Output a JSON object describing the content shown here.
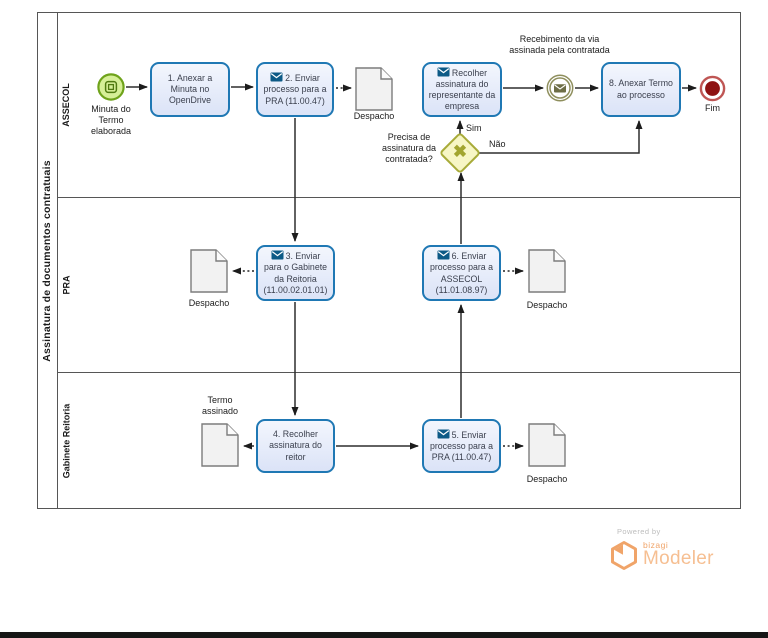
{
  "pool": {
    "title": "Assinatura de documentos contratuais",
    "lanes": [
      {
        "label": "ASSECOL"
      },
      {
        "label": "PRA"
      },
      {
        "label": "Gabinete Reitoria"
      }
    ]
  },
  "events": {
    "start_label": "Minuta do Termo elaborada",
    "intermediate_label": "Recebimento da via assinada pela contratada",
    "end_label": "Fim"
  },
  "tasks": {
    "t1": "1. Anexar a Minuta no OpenDrive",
    "t2": "2. Enviar processo para a PRA (11.00.47)",
    "t3": "3. Enviar para o Gabinete da Reitoria (11.00.02.01.01)",
    "t4": "4. Recolher assinatura do reitor",
    "t5": "5. Enviar processo para a PRA (11.00.47)",
    "t6": "6. Enviar processo para a ASSECOL (11.01.08.97)",
    "t7": "Recolher assinatura do representante da empresa",
    "t8": "8. Anexar Termo ao processo"
  },
  "gateway": {
    "question": "Precisa de assinatura da contratada?",
    "yes_label": "Sim",
    "no_label": "Não"
  },
  "artifacts": {
    "despacho": "Despacho",
    "termo_assinado": "Termo assinado"
  },
  "logo": {
    "powered_by": "Powered by",
    "brand": "bizagi",
    "product": "Modeler"
  },
  "colors": {
    "task_border": "#1f78b4",
    "task_fill": "#dbe3f7",
    "start_fill": "#d6ef97",
    "start_border": "#6fa31b",
    "gateway_fill": "#f7f6c5",
    "gateway_border": "#a8ab39",
    "intermediate_border": "#8e8e5c",
    "end_outer": "#bf5654",
    "end_inner": "#8e1212",
    "document_fill": "#f2f2f2",
    "logo_orange": "#f0a469"
  }
}
